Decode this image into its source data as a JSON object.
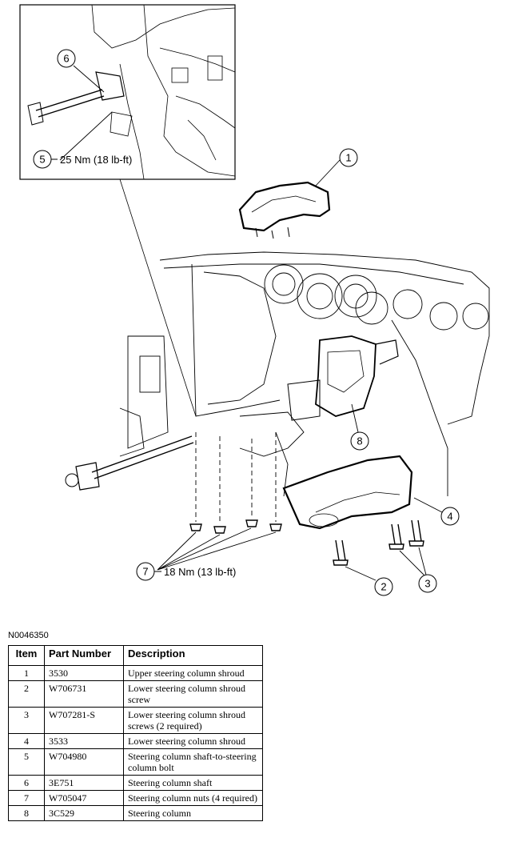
{
  "diagram": {
    "reference": "N0046350",
    "callouts": [
      {
        "id": "1",
        "label": "1",
        "text": ""
      },
      {
        "id": "2",
        "label": "2",
        "text": ""
      },
      {
        "id": "3",
        "label": "3",
        "text": ""
      },
      {
        "id": "4",
        "label": "4",
        "text": ""
      },
      {
        "id": "5",
        "label": "5",
        "text": "25 Nm (18 lb-ft)"
      },
      {
        "id": "6",
        "label": "6",
        "text": ""
      },
      {
        "id": "7",
        "label": "7",
        "text": "18 Nm (13 lb-ft)"
      },
      {
        "id": "8",
        "label": "8",
        "text": ""
      }
    ]
  },
  "table": {
    "headers": {
      "item": "Item",
      "part": "Part Number",
      "desc": "Description"
    },
    "rows": [
      {
        "item": "1",
        "part": "3530",
        "desc": "Upper steering column shroud"
      },
      {
        "item": "2",
        "part": "W706731",
        "desc": "Lower steering column shroud screw"
      },
      {
        "item": "3",
        "part": "W707281-S",
        "desc": "Lower steering column shroud screws (2 required)"
      },
      {
        "item": "4",
        "part": "3533",
        "desc": "Lower steering column shroud"
      },
      {
        "item": "5",
        "part": "W704980",
        "desc": "Steering column shaft-to-steering column bolt"
      },
      {
        "item": "6",
        "part": "3E751",
        "desc": "Steering column shaft"
      },
      {
        "item": "7",
        "part": "W705047",
        "desc": "Steering column nuts (4 required)"
      },
      {
        "item": "8",
        "part": "3C529",
        "desc": "Steering column"
      }
    ]
  }
}
